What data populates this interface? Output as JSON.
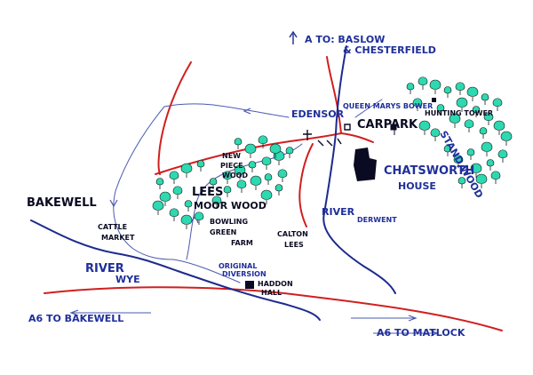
{
  "labels": {
    "baslow": "A  TO: BASLOW",
    "chesterfield": "& CHESTERFIELD",
    "queen_marys_bower": "QUEEN MARYS BOWER",
    "hunting_tower": "HUNTING TOWER",
    "stand_wood": "STAND WOOD",
    "edensor": "EDENSOR",
    "car_park": "CARPARK",
    "chatsworth": "CHATSWORTH",
    "house": "HOUSE",
    "new_piece_wood_1": "NEW",
    "new_piece_wood_2": "PIECE",
    "new_piece_wood_3": "WOOD",
    "lees_moor_wood_1": "LEES",
    "lees_moor_wood_2": "MOOR WOOD",
    "bakewell": "BAKEWELL",
    "cattle_market_1": "CATTLE",
    "cattle_market_2": "MARKET",
    "bowling_green_1": "BOWLING",
    "bowling_green_2": "GREEN",
    "bowling_green_3": "FARM",
    "calton_lees_1": "CALTON",
    "calton_lees_2": "LEES",
    "river_derwent_1": "RIVER",
    "river_derwent_2": "DERWENT",
    "river_wye_1": "RIVER",
    "river_wye_2": "WYE",
    "original_diversion_1": "ORIGINAL",
    "original_diversion_2": "DIVERSION",
    "haddon_hall_1": "HADDON",
    "haddon_hall_2": "HALL",
    "a6_bakewell": "A6  TO BAKEWELL",
    "a6_matlock": "A6  TO MATLOCK"
  },
  "colors": {
    "road": "#d11f1f",
    "river": "#1d2a8f",
    "path": "#4a5ab0",
    "tree": "#2dd9b0",
    "ink": "#0a0a22"
  }
}
